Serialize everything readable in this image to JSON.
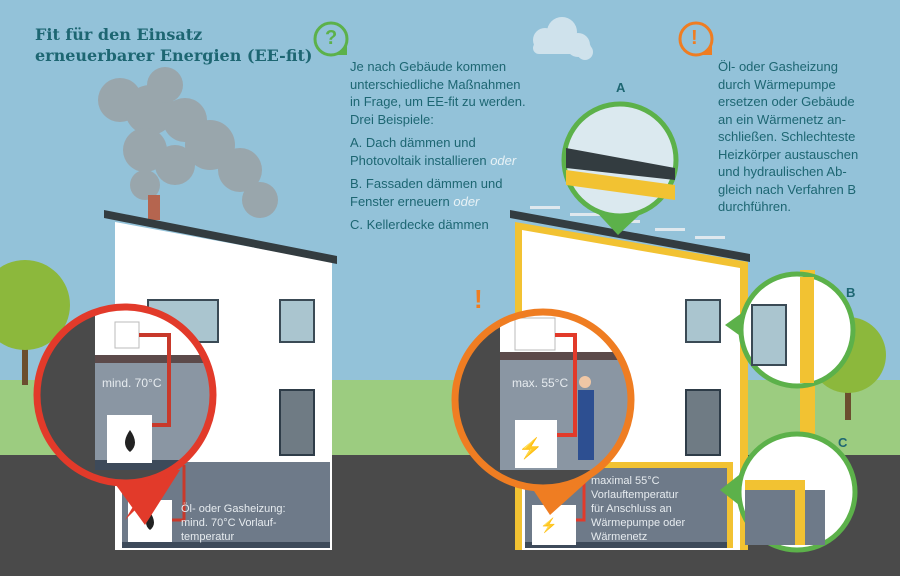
{
  "title": {
    "line1": "Fit für den Einsatz",
    "line2": "erneuerbarer Energien (EE-fit)"
  },
  "question_icon": "?",
  "exclamation_icon": "!",
  "intro": {
    "lines": [
      "Je nach Gebäude kommen",
      "unterschiedliche Maßnahmen",
      "in Frage, um EE-fit zu werden.",
      "Drei Beispiele:"
    ],
    "a1": "A. Dach dämmen und",
    "a2": "Photovoltaik installieren",
    "b1": "B. Fassaden dämmen und",
    "b2": "Fenster erneuern",
    "c": "C. Kellerdecke dämmen",
    "oder": "oder"
  },
  "advice": {
    "lines": [
      "Öl- oder Gasheizung",
      "durch Wärmepumpe",
      "ersetzen oder Gebäude",
      "an ein Wärmenetz an-",
      "schließen. Schlechteste",
      "Heizkörper austauschen",
      "und  hydraulischen Ab-",
      "gleich nach Verfahren B",
      "durchführen."
    ]
  },
  "left_house": {
    "zoom_temp": "mind. 70°C",
    "basement_text": [
      "Öl- oder Gasheizung:",
      "mind. 70°C Vorlauf-",
      "temperatur"
    ]
  },
  "right_house": {
    "zoom_temp": "max. 55°C",
    "basement_text": [
      "maximal 55°C",
      "Vorlauftemperatur",
      "für Anschluss an",
      "Wärmepumpe oder",
      "Wärmenetz"
    ],
    "labels": {
      "a": "A",
      "b": "B",
      "c": "C"
    }
  },
  "colors": {
    "sky": "#93c2d9",
    "teal": "#1d6672",
    "red": "#e23a2a",
    "orange": "#ef7d22",
    "green": "#5cb14a",
    "yellow": "#f2c232"
  }
}
